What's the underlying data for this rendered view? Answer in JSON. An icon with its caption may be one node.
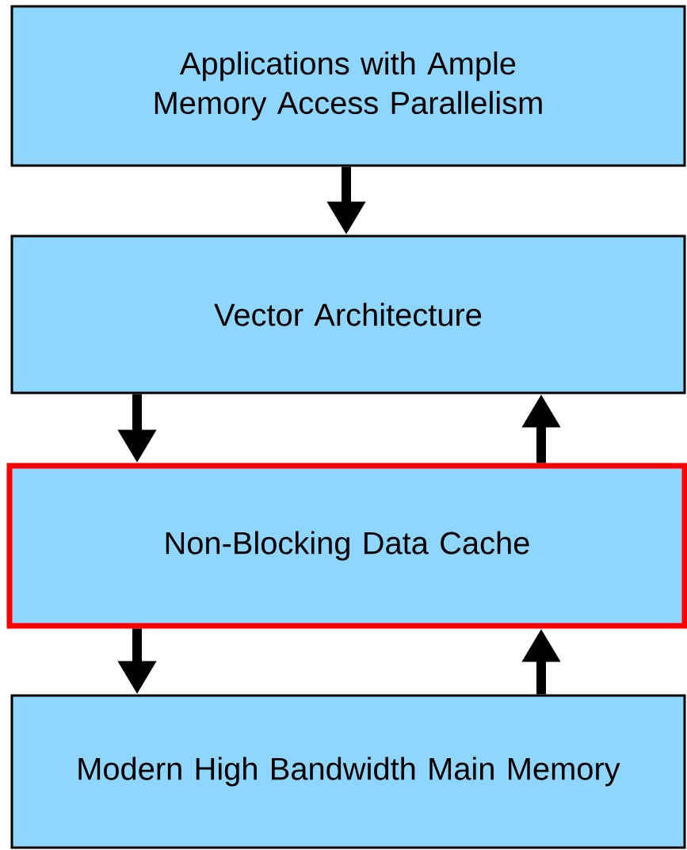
{
  "diagram": {
    "nodes": [
      {
        "text": [
          "Applications with Ample Memory Access Parallelism"
        ]
      },
      {
        "text": [
          "Vector Architecture"
        ]
      },
      {
        "text": [
          "Non-Blocking Data Cache"
        ]
      },
      {
        "text": [
          "Modern High Bandwidth Main Memory"
        ]
      }
    ],
    "edges": [
      {
        "from": 0,
        "to": 1,
        "arrow": "to"
      },
      {
        "from": 1,
        "to": 2,
        "arrow": "to"
      },
      {
        "from": 2,
        "to": 1,
        "arrow": "to"
      },
      {
        "from": 2,
        "to": 3,
        "arrow": "to"
      },
      {
        "from": 3,
        "to": 2,
        "arrow": "to"
      }
    ]
  }
}
